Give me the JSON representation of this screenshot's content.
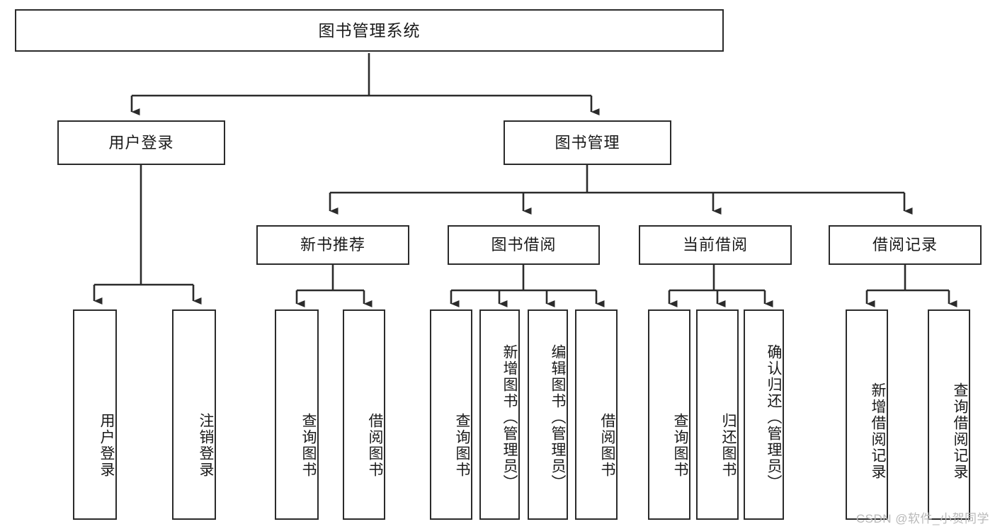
{
  "diagram": {
    "type": "tree-hierarchy-chart",
    "title": "图书管理系统",
    "colors": {
      "box_border": "#2b2b2b",
      "box_fill": "#ffffff",
      "connector": "#2b2b2b",
      "text": "#1a1a1a",
      "watermark": "#b9b9b9",
      "background": "#ffffff"
    },
    "watermark": "CSDN @软件_小贺同学",
    "levels": {
      "level1": [
        {
          "id": "root",
          "label": "图书管理系统"
        }
      ],
      "level2": [
        {
          "id": "user-login",
          "label": "用户登录"
        },
        {
          "id": "book-manage",
          "label": "图书管理"
        }
      ],
      "level3": [
        {
          "id": "new-book-recommend",
          "label": "新书推荐"
        },
        {
          "id": "book-borrow",
          "label": "图书借阅"
        },
        {
          "id": "current-borrow",
          "label": "当前借阅"
        },
        {
          "id": "borrow-record",
          "label": "借阅记录"
        }
      ],
      "leaves": [
        {
          "id": "leaf-user-login",
          "label": "用户登录",
          "parent": "user-login"
        },
        {
          "id": "leaf-logout-login",
          "label": "注销登录",
          "parent": "user-login"
        },
        {
          "id": "leaf-query-book-1",
          "label": "查询图书",
          "parent": "new-book-recommend"
        },
        {
          "id": "leaf-borrow-book-1",
          "label": "借阅图书",
          "parent": "new-book-recommend"
        },
        {
          "id": "leaf-query-book-2",
          "label": "查询图书",
          "parent": "book-borrow"
        },
        {
          "id": "leaf-add-book-admin",
          "label": "新增图书（管理员）",
          "parent": "book-borrow"
        },
        {
          "id": "leaf-edit-book-admin",
          "label": "编辑图书（管理员）",
          "parent": "book-borrow"
        },
        {
          "id": "leaf-borrow-book-2",
          "label": "借阅图书",
          "parent": "book-borrow"
        },
        {
          "id": "leaf-query-book-3",
          "label": "查询图书",
          "parent": "current-borrow"
        },
        {
          "id": "leaf-return-book",
          "label": "归还图书",
          "parent": "current-borrow"
        },
        {
          "id": "leaf-confirm-return-admin",
          "label": "确认归还（管理员）",
          "parent": "current-borrow"
        },
        {
          "id": "leaf-add-borrow-record",
          "label": "新增借阅记录",
          "parent": "borrow-record"
        },
        {
          "id": "leaf-query-borrow-record",
          "label": "查询借阅记录",
          "parent": "borrow-record"
        }
      ]
    }
  }
}
